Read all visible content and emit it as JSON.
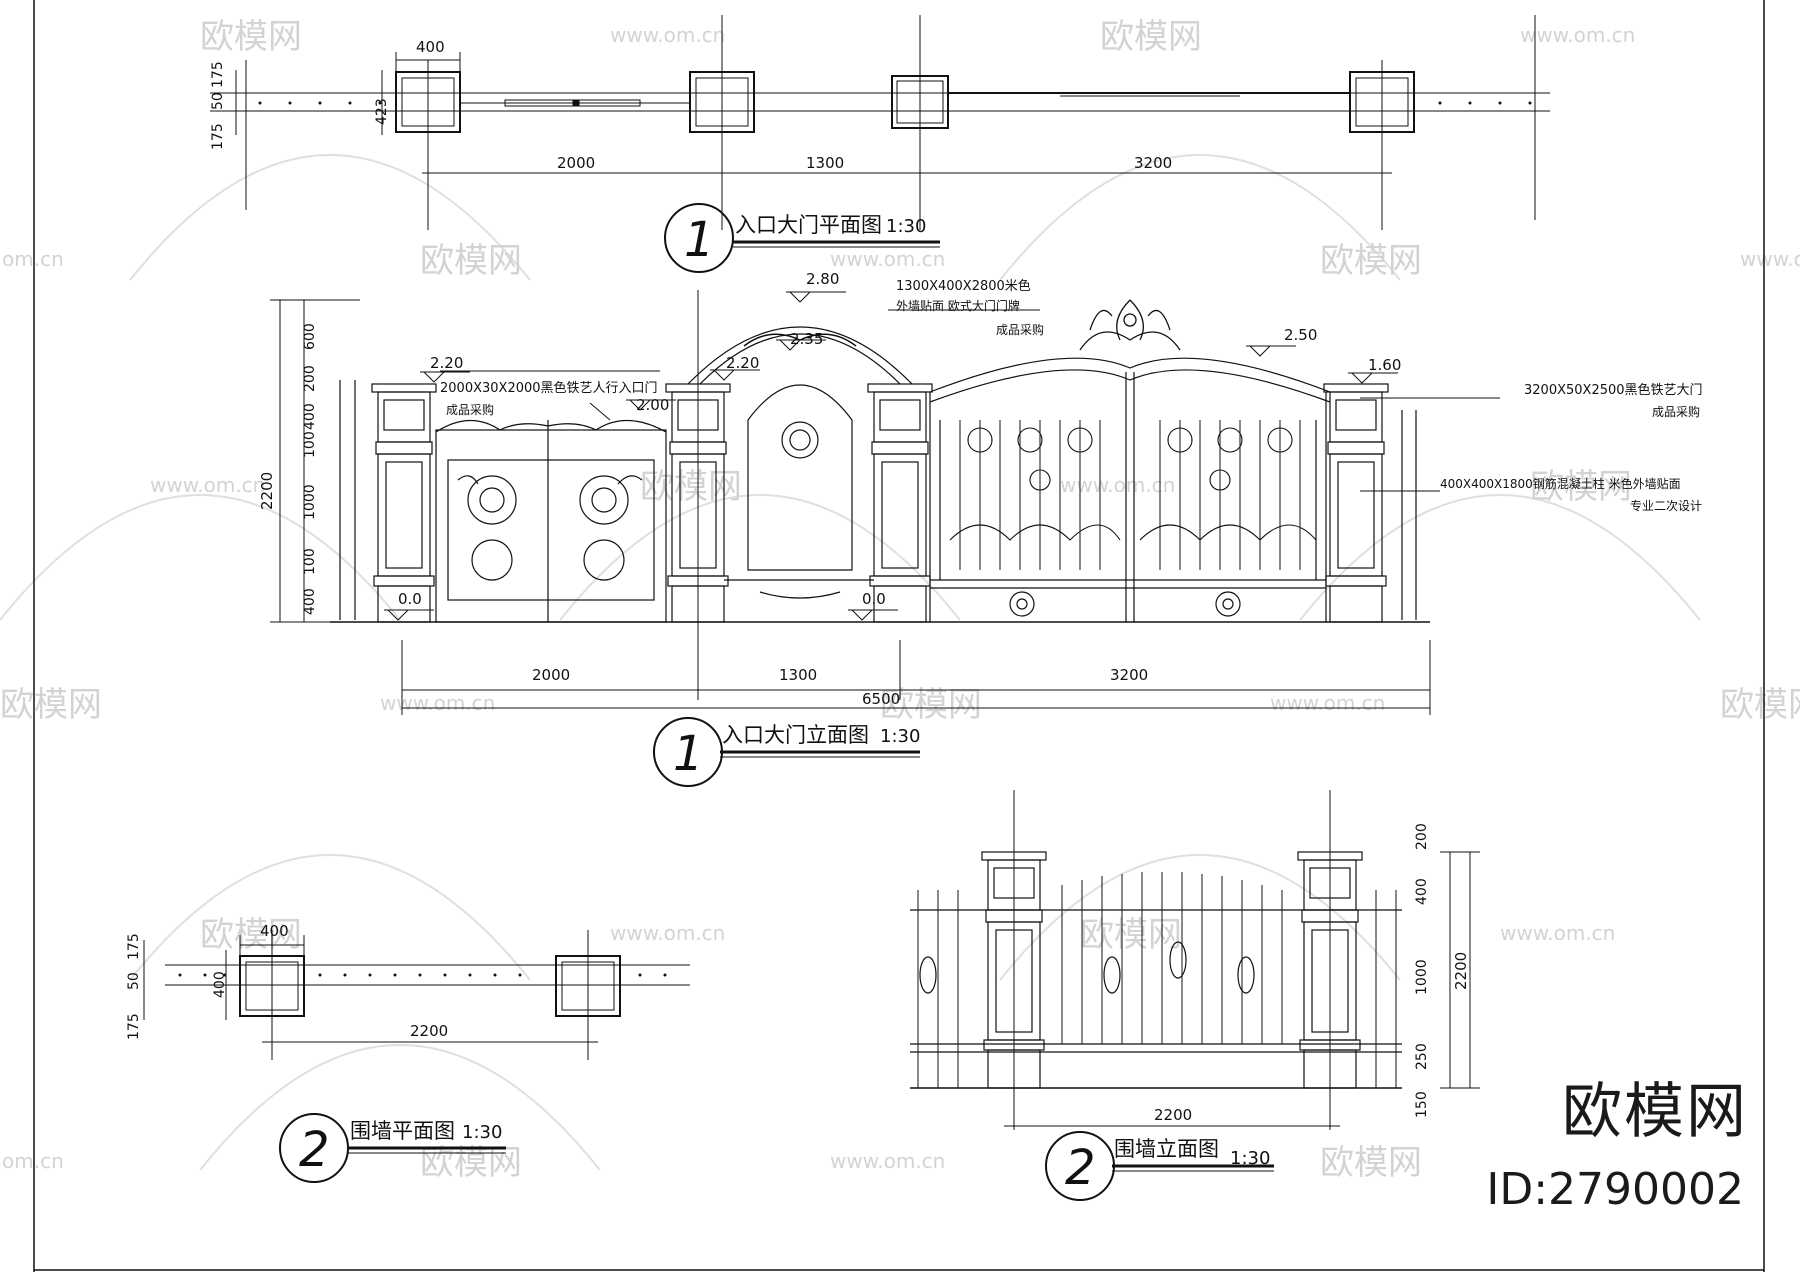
{
  "titles": {
    "plan1": {
      "num": "1",
      "text": "入口大门平面图",
      "scale": "1:30"
    },
    "elev1": {
      "num": "1",
      "text": "入口大门立面图",
      "scale": "1:30"
    },
    "plan2": {
      "num": "2",
      "text": "围墙平面图",
      "scale": "1:30"
    },
    "elev2": {
      "num": "2",
      "text": "围墙立面图",
      "scale": "1:30"
    }
  },
  "plan1_dims": {
    "top": "400",
    "left_v": [
      "175",
      "50",
      "175"
    ],
    "mid_v": "423",
    "bottom": [
      "2000",
      "1300",
      "3200"
    ]
  },
  "elev1_levels": {
    "l220": "2.20",
    "l200": "2.00",
    "l220b": "2.20",
    "l235": "2.35",
    "l280": "2.80",
    "l250": "2.50",
    "l160": "1.60",
    "l00a": "0.0",
    "l00b": "0.0"
  },
  "elev1_notes": {
    "n1a": "2000X30X2000黑色铁艺人行入口门",
    "n1b": "成品采购",
    "n2a": "1300X400X2800米色",
    "n2b": "外墙贴面  欧式大门门牌",
    "n2c": "成品采购",
    "n3a": "3200X50X2500黑色铁艺大门",
    "n3b": "成品采购",
    "n4a": "400X400X1800钢筋混凝土柱  米色外墙贴面",
    "n4b": "专业二次设计"
  },
  "elev1_dims": {
    "left_total": "2200",
    "left_parts": [
      "600",
      "200",
      "400",
      "100",
      "1000",
      "100",
      "400"
    ],
    "bottom": [
      "2000",
      "1300",
      "3200"
    ],
    "total": "6500"
  },
  "plan2_dims": {
    "top": "400",
    "left_v": [
      "175",
      "50",
      "175"
    ],
    "mid_v": "400",
    "bottom": "2200"
  },
  "elev2_dims": {
    "right_parts": [
      "200",
      "400",
      "1000",
      "250",
      "150"
    ],
    "right_total": "2200",
    "bottom": "2200"
  },
  "watermark": {
    "brand": "欧模网",
    "url": "www.om.cn",
    "url_short": "om.cn"
  },
  "brand_mark": {
    "name": "欧模网",
    "id": "ID:2790002"
  }
}
